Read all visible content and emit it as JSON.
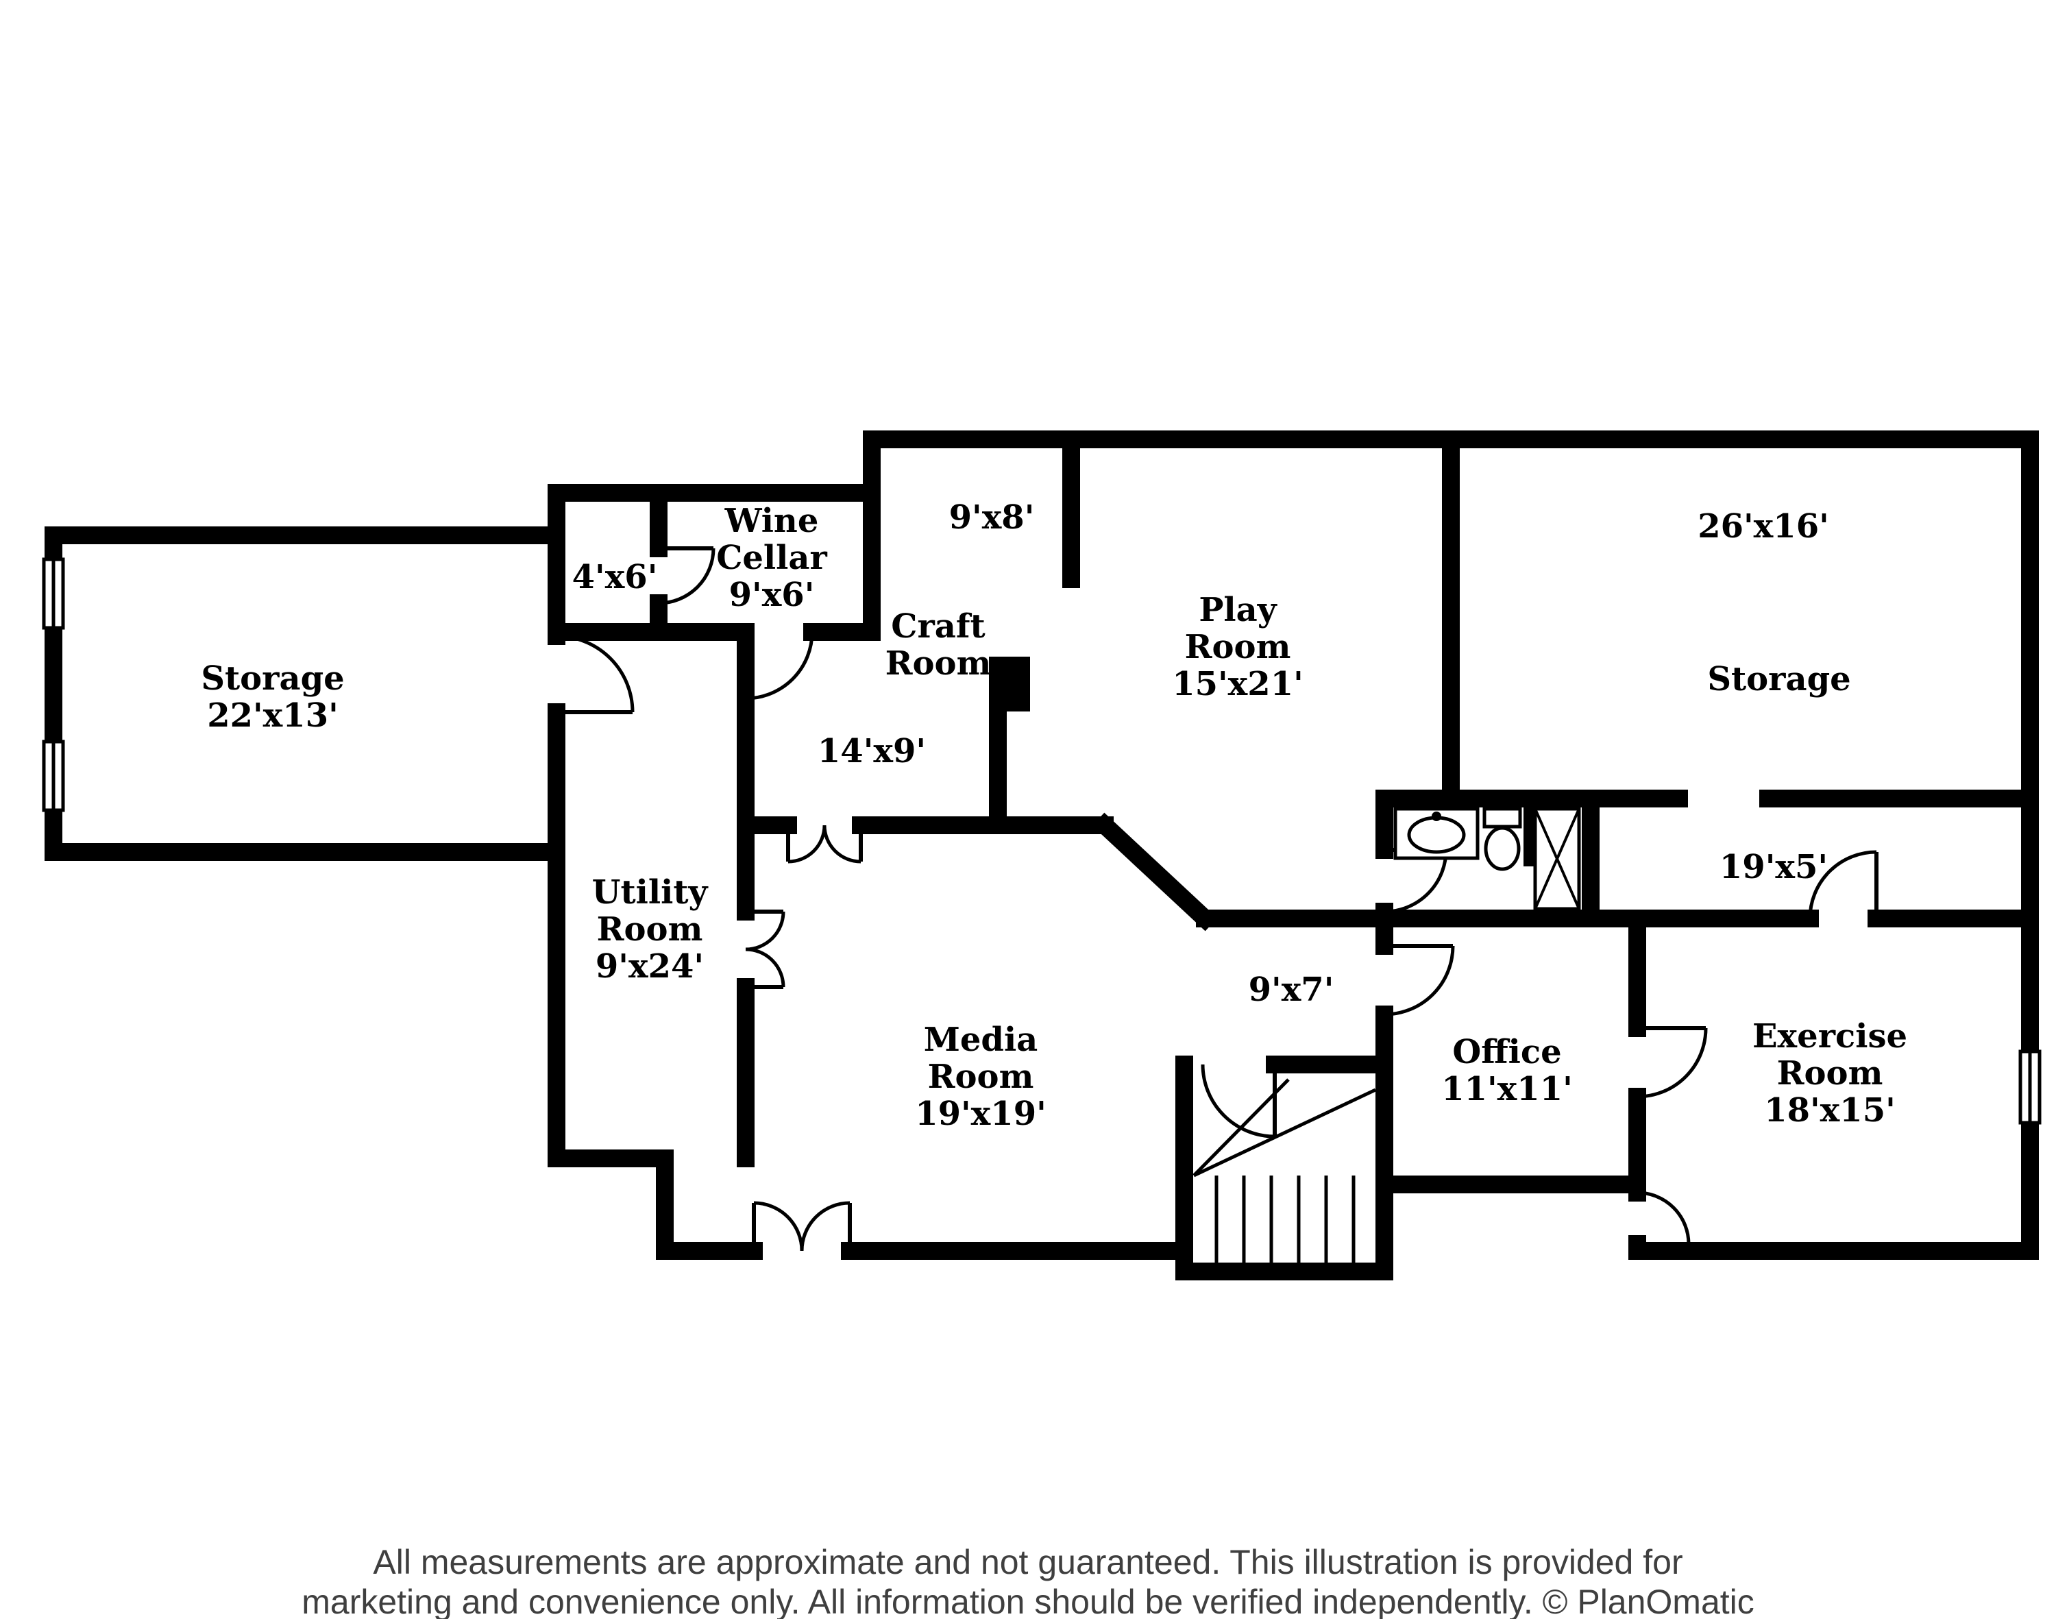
{
  "labels": [
    {
      "id": "storage-left",
      "lines": [
        "Storage",
        "22'x13'"
      ]
    },
    {
      "id": "closet",
      "lines": [
        "4'x6'"
      ]
    },
    {
      "id": "wine-cellar",
      "lines": [
        "Wine",
        "Cellar",
        "9'x6'"
      ]
    },
    {
      "id": "nook",
      "lines": [
        "9'x8'"
      ]
    },
    {
      "id": "craft-room",
      "lines": [
        "Craft",
        "Room"
      ]
    },
    {
      "id": "craft-room-dims",
      "lines": [
        "14'x9'"
      ]
    },
    {
      "id": "play-room",
      "lines": [
        "Play",
        "Room",
        "15'x21'"
      ]
    },
    {
      "id": "storage-right-dims",
      "lines": [
        "26'x16'"
      ]
    },
    {
      "id": "storage-right",
      "lines": [
        "Storage"
      ]
    },
    {
      "id": "utility-room",
      "lines": [
        "Utility",
        "Room",
        "9'x24'"
      ]
    },
    {
      "id": "media-room",
      "lines": [
        "Media",
        "Room",
        "19'x19'"
      ]
    },
    {
      "id": "stair-landing",
      "lines": [
        "9'x7'"
      ]
    },
    {
      "id": "office",
      "lines": [
        "Office",
        "11'x11'"
      ]
    },
    {
      "id": "hallway",
      "lines": [
        "19'x5'"
      ]
    },
    {
      "id": "exercise-room",
      "lines": [
        "Exercise",
        "Room",
        "18'x15'"
      ]
    }
  ],
  "footer": {
    "line1": "All measurements are approximate and not guaranteed. This illustration is provided for",
    "line2": "marketing and convenience only. All information should be verified independently. © PlanOmatic"
  },
  "colors": {
    "wall": "#000000",
    "label_text": "#000000",
    "footer_text": "#3f3f3f",
    "background": "#ffffff"
  }
}
